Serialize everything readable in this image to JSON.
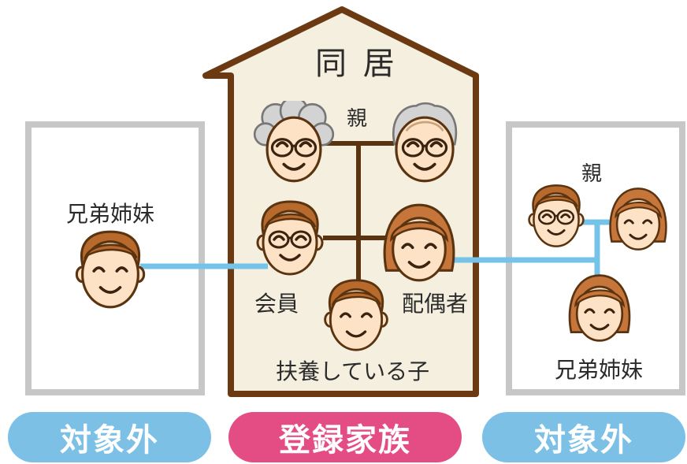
{
  "house": {
    "title": "同 居",
    "parents_label": "親",
    "member_label": "会員",
    "spouse_label": "配偶者",
    "child_label": "扶養している子"
  },
  "left_box": {
    "siblings_label": "兄弟姉妹"
  },
  "right_box": {
    "parents_label": "親",
    "siblings_label": "兄弟姉妹"
  },
  "bottom_labels": {
    "left": "対象外",
    "center": "登録家族",
    "right": "対象外"
  },
  "colors": {
    "house_fill": "#f4efdf",
    "house_outline": "#6b3a12",
    "box_border": "#c7c7c7",
    "connector_blue": "#75c3e8",
    "connector_brown": "#5a3410",
    "pill_excluded": "#7cc0e6",
    "pill_registered": "#e44d83"
  }
}
